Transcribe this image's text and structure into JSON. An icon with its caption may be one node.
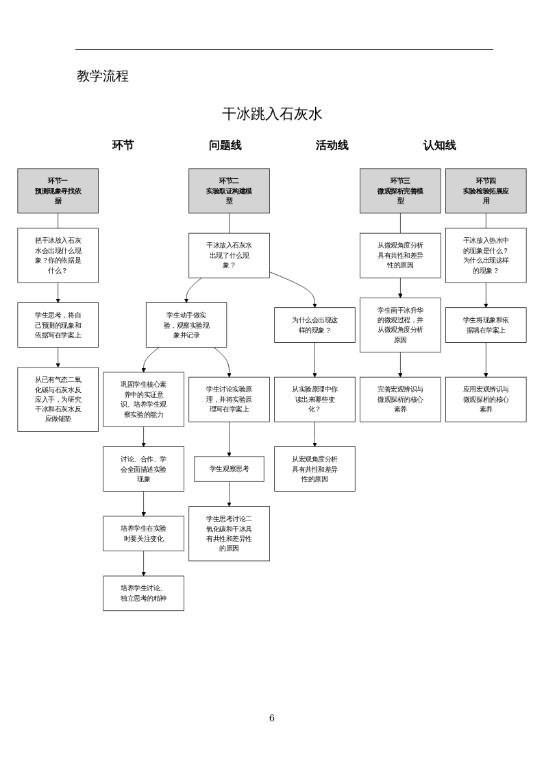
{
  "diagram": {
    "title": "干冰跳入石灰水",
    "nodes": [
      {
        "text": [
          "环节一",
          "预测现象寻找依据"
        ]
      },
      {
        "text": [
          "把干冰放入石灰水会出现什么现象？你的依据是什么？"
        ]
      },
      {
        "text": [
          "学生思考，将自己预测的现象和依据写在学案上"
        ]
      },
      {
        "text": [
          "从已有气态二氧化碳与石灰水反应入手，为研究干冰和石灰水反应做铺垫"
        ]
      },
      {
        "text": [
          "环节二",
          "实验取证构建模型"
        ]
      },
      {
        "text": [
          "干冰放入石灰水出现了什么现象？"
        ]
      },
      {
        "text": [
          "学生动手做实验，观察实验现象并记录"
        ]
      },
      {
        "text": [
          "巩固学生核心素养中的实证意识。培养学生观察实验的能力"
        ]
      },
      {
        "text": [
          "为什么会出现这样的现象？"
        ]
      },
      {
        "text": [
          "学生讨论实验原理，并将实验原理写在学案上"
        ]
      },
      {
        "text": [
          "讨论、合作、学会全面描述实验现象"
        ]
      },
      {
        "text": [
          "从实验原理中你读出来哪些变化？"
        ]
      },
      {
        "text": [
          "学生观察思考"
        ]
      },
      {
        "text": [
          "培养学生在实验时要关注变化"
        ]
      },
      {
        "text": [
          "从宏观角度分析具有共性和差异性的原因"
        ]
      },
      {
        "text": [
          "学生思考讨论二氧化碳和干冰具有共性和差异性的原因"
        ]
      },
      {
        "text": [
          "培养学生讨论、独立思考的精神"
        ]
      },
      {
        "text": [
          "环节三",
          "微观探析完善模型"
        ]
      },
      {
        "text": [
          "从微观角度分析具有共性和差异性的原因"
        ]
      },
      {
        "text": [
          "学生画干冰升华的微观过程，并从微观角度分析原因"
        ]
      },
      {
        "text": [
          "完善宏观辨识与微观探析的核心素养"
        ]
      },
      {
        "text": [
          "环节四",
          "实验检验拓展应用"
        ]
      },
      {
        "text": [
          "干冰放入热水中的现象是什么？为什么出现这样的现象？"
        ]
      },
      {
        "text": [
          "学生将现象和依据填在学案上"
        ]
      },
      {
        "text": [
          "应用宏观辨识与微观探析的核心素养"
        ]
      }
    ],
    "edges": [
      {
        "from": 0,
        "to": 1,
        "arrow": "none"
      },
      {
        "from": 1,
        "to": 2,
        "arrow": "to"
      },
      {
        "from": 2,
        "to": 3,
        "arrow": "to"
      },
      {
        "from": 4,
        "to": 5,
        "arrow": "none"
      },
      {
        "from": 5,
        "to": 6,
        "arrow": "to"
      },
      {
        "from": 6,
        "to": 7,
        "arrow": "to"
      },
      {
        "from": 5,
        "to": 8,
        "arrow": "to"
      },
      {
        "from": 6,
        "to": 9,
        "arrow": "to"
      },
      {
        "from": 7,
        "to": 10,
        "arrow": "to"
      },
      {
        "from": 8,
        "to": 11,
        "arrow": "to"
      },
      {
        "from": 9,
        "to": 12,
        "arrow": "to"
      },
      {
        "from": 10,
        "to": 13,
        "arrow": "to"
      },
      {
        "from": 11,
        "to": 14,
        "arrow": "to"
      },
      {
        "from": 12,
        "to": 15,
        "arrow": "to"
      },
      {
        "from": 13,
        "to": 16,
        "arrow": "to"
      },
      {
        "from": 17,
        "to": 18,
        "arrow": "none"
      },
      {
        "from": 18,
        "to": 19,
        "arrow": "to"
      },
      {
        "from": 19,
        "to": 20,
        "arrow": "to"
      },
      {
        "from": 21,
        "to": 22,
        "arrow": "none"
      },
      {
        "from": 22,
        "to": 23,
        "arrow": "to"
      },
      {
        "from": 23,
        "to": 24,
        "arrow": "to"
      }
    ],
    "labels": [
      "教学流程",
      "环节",
      "问题线",
      "活动线",
      "认知线",
      "6"
    ]
  }
}
